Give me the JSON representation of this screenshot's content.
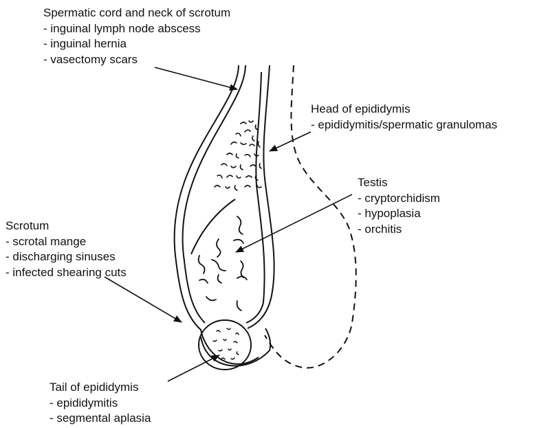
{
  "labels": {
    "spermatic_cord": {
      "title": "Spermatic cord and neck of scrotum",
      "items": [
        "- inguinal lymph node abscess",
        "- inguinal hernia",
        "- vasectomy scars"
      ]
    },
    "head_epididymis": {
      "title": "Head of epididymis",
      "items": [
        "- epididymitis/spermatic granulomas"
      ]
    },
    "testis": {
      "title": "Testis",
      "items": [
        "- cryptorchidism",
        "- hypoplasia",
        "- orchitis"
      ]
    },
    "scrotum": {
      "title": "Scrotum",
      "items": [
        "- scrotal mange",
        "- discharging sinuses",
        "- infected shearing cuts"
      ]
    },
    "tail_epididymis": {
      "title": "Tail of epididymis",
      "items": [
        "- epididymitis",
        "- segmental aplasia"
      ]
    }
  }
}
